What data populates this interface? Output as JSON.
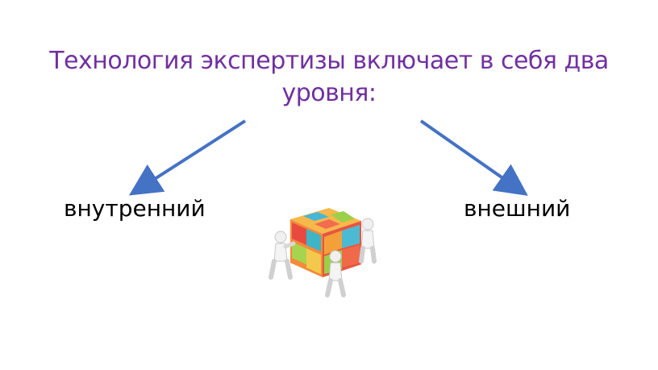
{
  "title": "Технология экспертизы включает в себя два уровня:",
  "levels": {
    "left": "внутренний",
    "right": "внешний"
  },
  "colors": {
    "title": "#7030a0",
    "arrow": "#4472c4",
    "text": "#000000"
  },
  "illustration": {
    "icon": "puzzle-cube-with-figures-icon"
  }
}
